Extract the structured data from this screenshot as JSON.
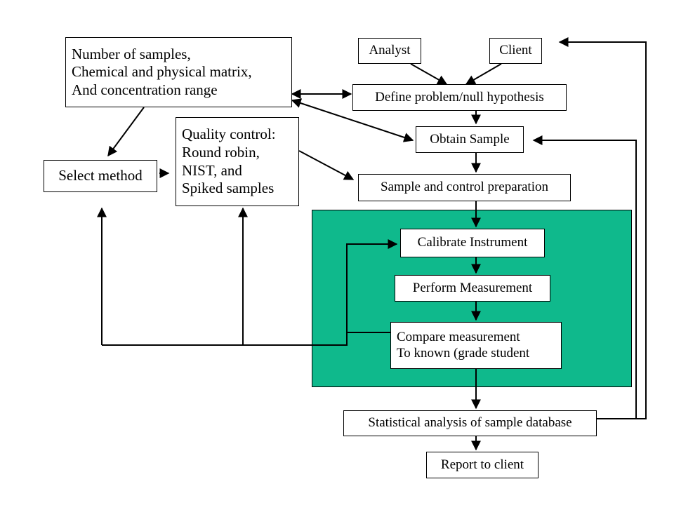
{
  "colors": {
    "panel": "#0fb98c",
    "line": "#000000",
    "box": "#ffffff"
  },
  "boxes": {
    "matrix": {
      "lines": [
        "Number of samples,",
        "Chemical and physical matrix,",
        "And concentration range"
      ]
    },
    "analyst": "Analyst",
    "client": "Client",
    "define": "Define problem/null hypothesis",
    "obtain": "Obtain Sample",
    "quality": {
      "lines": [
        "Quality control:",
        "Round robin,",
        "NIST, and",
        "Spiked samples"
      ]
    },
    "select": "Select method",
    "prep": "Sample and control preparation",
    "calibrate": "Calibrate Instrument",
    "measure": "Perform Measurement",
    "compare": {
      "lines": [
        "Compare measurement",
        "To known (grade student"
      ]
    },
    "stats": "Statistical analysis of sample database",
    "report": "Report to client"
  }
}
